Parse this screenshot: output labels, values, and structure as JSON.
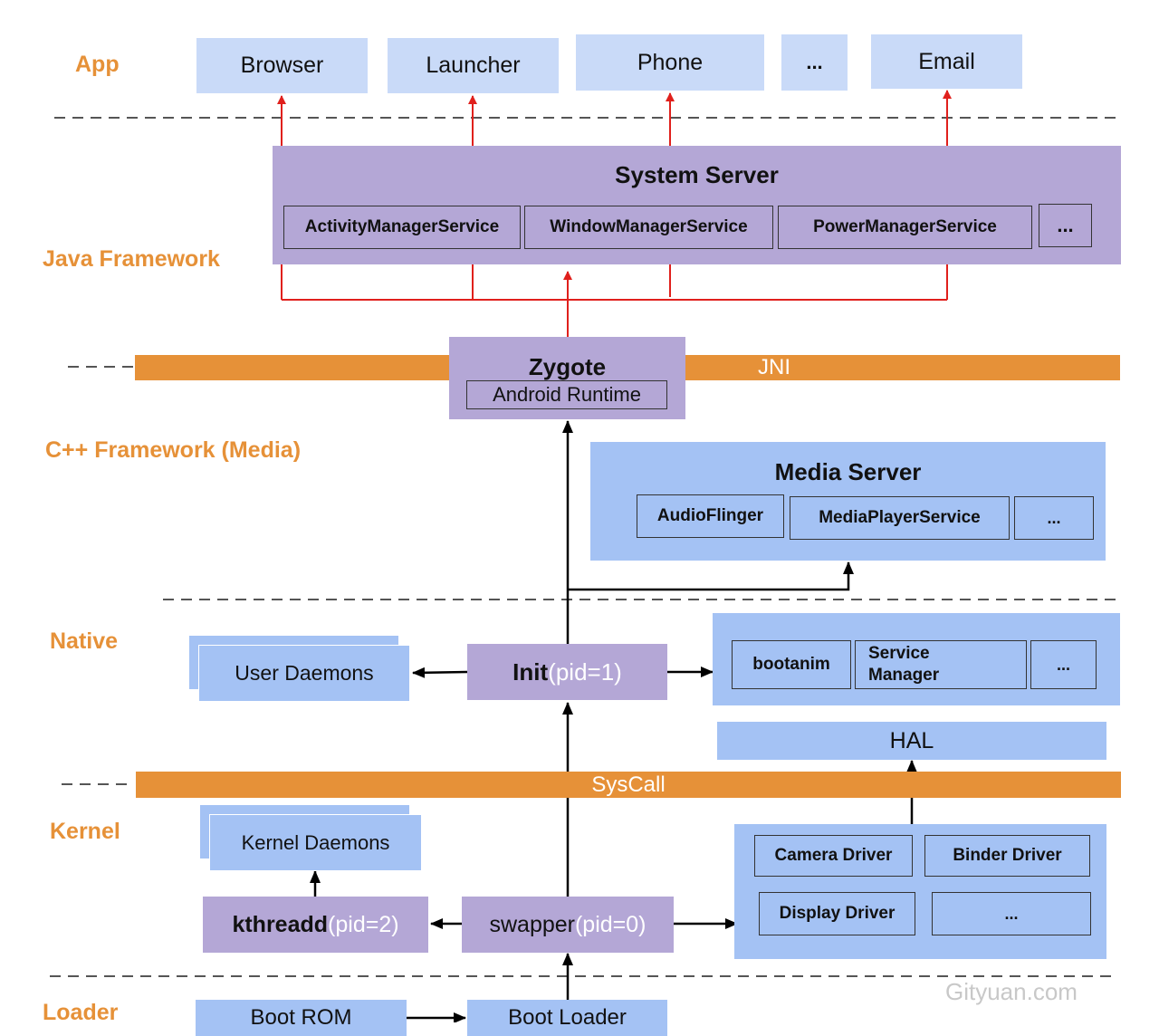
{
  "layers": {
    "app": "App",
    "java_framework": "Java Framework",
    "cpp_framework": "C++ Framework (Media)",
    "native": "Native",
    "kernel": "Kernel",
    "loader": "Loader"
  },
  "apps": [
    "Browser",
    "Launcher",
    "Phone",
    "...",
    "Email"
  ],
  "system_server": {
    "title": "System Server",
    "services": [
      "ActivityManagerService",
      "WindowManagerService",
      "PowerManagerService",
      "..."
    ]
  },
  "jni": "JNI",
  "zygote": {
    "title": "Zygote",
    "runtime": "Android Runtime"
  },
  "media_server": {
    "title": "Media Server",
    "services": [
      "AudioFlinger",
      "MediaPlayerService",
      "..."
    ]
  },
  "native": {
    "user_daemons": "User Daemons",
    "init_name": "Init",
    "init_pid": "(pid=1)",
    "services": [
      "bootanim",
      "Service\nManager",
      "..."
    ],
    "hal": "HAL"
  },
  "syscall": "SysCall",
  "kernel": {
    "kernel_daemons": "Kernel Daemons",
    "kthreadd_name": "kthreadd",
    "kthreadd_pid": "(pid=2)",
    "swapper_name": "swapper",
    "swapper_pid": "(pid=0)",
    "drivers": [
      "Camera Driver",
      "Binder Driver",
      "Display Driver",
      "..."
    ]
  },
  "loader": {
    "boot_rom": "Boot ROM",
    "boot_loader": "Boot Loader"
  },
  "watermark": "Gityuan.com",
  "colors": {
    "layer_label": "#e69138",
    "app_box": "#c9daf8",
    "blue_box": "#a4c2f4",
    "purple_box": "#b4a7d6",
    "bar": "#e69138",
    "red_arrow": "#e0201c",
    "black_arrow": "#000000"
  }
}
